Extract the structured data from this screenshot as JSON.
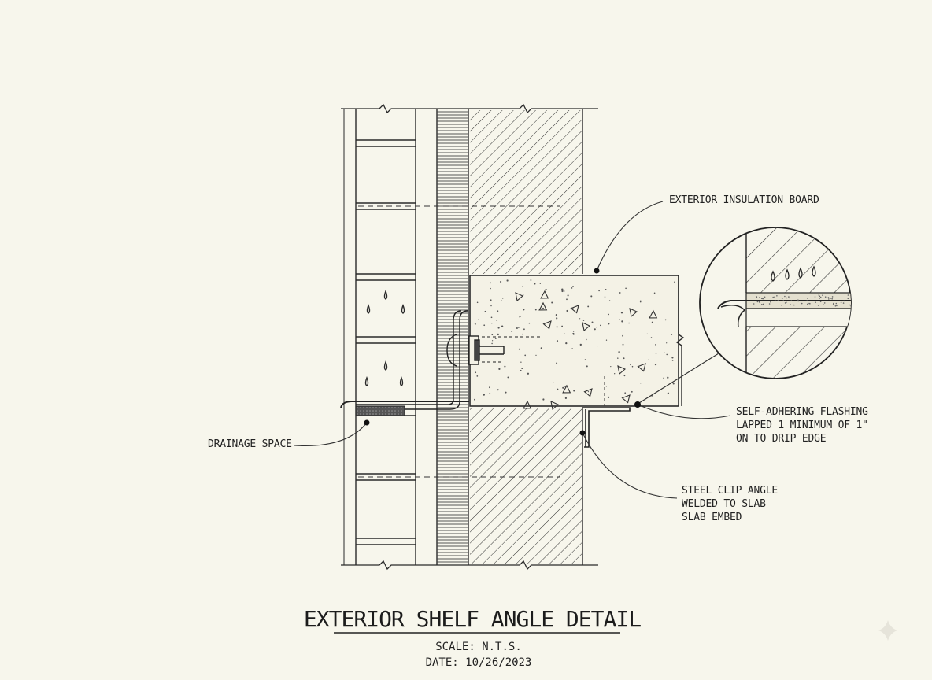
{
  "title": "EXTERIOR SHELF ANGLE DETAIL",
  "scale": "SCALE: N.T.S.",
  "date": "DATE: 10/26/2023",
  "labels": {
    "insulation": "EXTERIOR INSULATION BOARD",
    "flashing": [
      "SELF-ADHERING FLASHING",
      "LAPPED 1 MINIMUM OF 1\"",
      "ON TO DRIP EDGE"
    ],
    "clip_angle": [
      "STEEL CLIP ANGLE",
      "WELDED TO SLAB",
      "SLAB EMBED"
    ],
    "drainage": "DRAINAGE SPACE"
  },
  "colors": {
    "paper": "#f7f6ec",
    "ink": "#2a2a2a"
  }
}
